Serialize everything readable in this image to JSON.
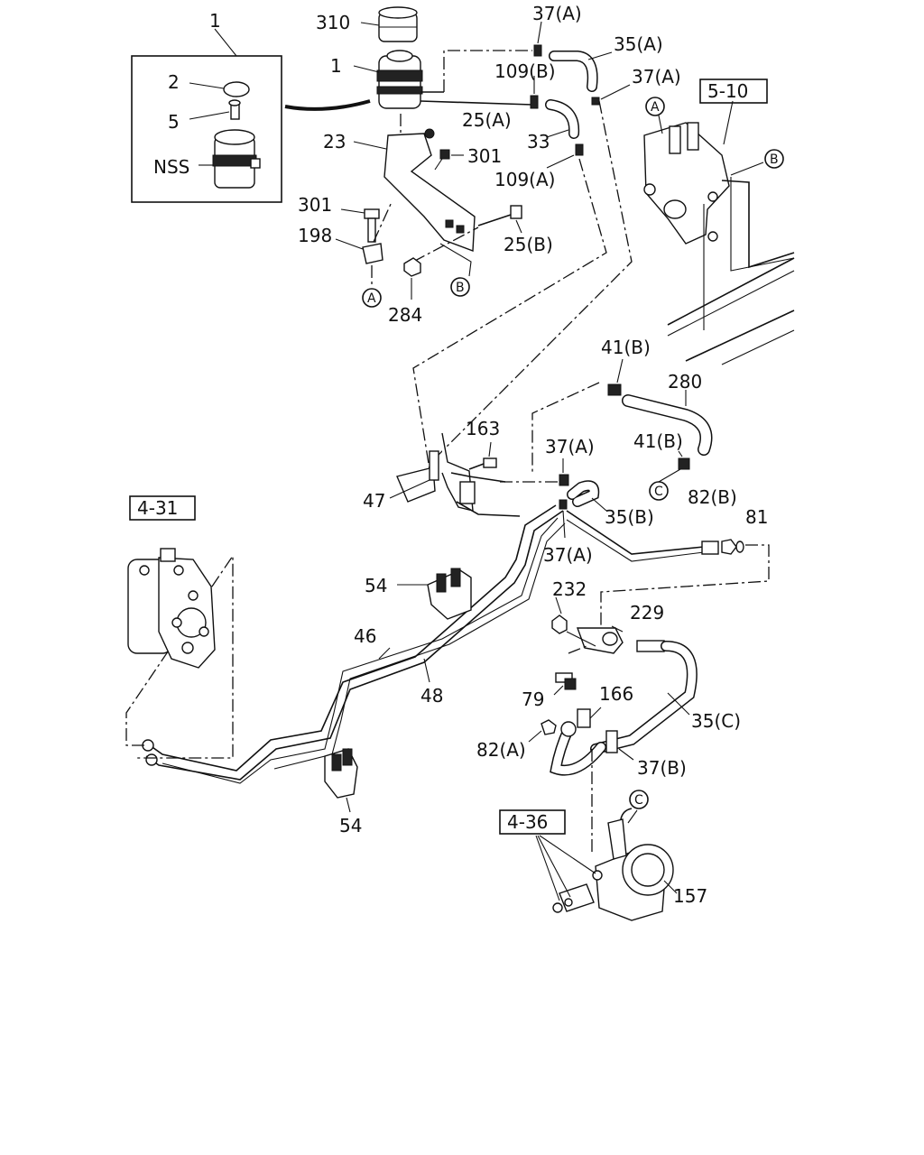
{
  "callouts": [
    {
      "id": "c1",
      "text": "1"
    },
    {
      "id": "c2",
      "text": "2"
    },
    {
      "id": "c5",
      "text": "5"
    },
    {
      "id": "cnss",
      "text": "NSS"
    },
    {
      "id": "c310",
      "text": "310"
    },
    {
      "id": "c1b",
      "text": "1"
    },
    {
      "id": "c37a1",
      "text": "37(A)"
    },
    {
      "id": "c35a",
      "text": "35(A)"
    },
    {
      "id": "c109b",
      "text": "109(B)"
    },
    {
      "id": "c37a2",
      "text": "37(A)"
    },
    {
      "id": "c25a",
      "text": "25(A)"
    },
    {
      "id": "c23",
      "text": "23"
    },
    {
      "id": "c33",
      "text": "33"
    },
    {
      "id": "c301a",
      "text": "301"
    },
    {
      "id": "c109a",
      "text": "109(A)"
    },
    {
      "id": "c301b",
      "text": "301"
    },
    {
      "id": "c198",
      "text": "198"
    },
    {
      "id": "c25b",
      "text": "25(B)"
    },
    {
      "id": "c284",
      "text": "284"
    },
    {
      "id": "c41b1",
      "text": "41(B)"
    },
    {
      "id": "c280",
      "text": "280"
    },
    {
      "id": "c163",
      "text": "163"
    },
    {
      "id": "c37a3",
      "text": "37(A)"
    },
    {
      "id": "c41b2",
      "text": "41(B)"
    },
    {
      "id": "c47",
      "text": "47"
    },
    {
      "id": "c35b",
      "text": "35(B)"
    },
    {
      "id": "c82b",
      "text": "82(B)"
    },
    {
      "id": "c81",
      "text": "81"
    },
    {
      "id": "c37a4",
      "text": "37(A)"
    },
    {
      "id": "c54a",
      "text": "54"
    },
    {
      "id": "c232",
      "text": "232"
    },
    {
      "id": "c229",
      "text": "229"
    },
    {
      "id": "c46",
      "text": "46"
    },
    {
      "id": "c48",
      "text": "48"
    },
    {
      "id": "c79",
      "text": "79"
    },
    {
      "id": "c166",
      "text": "166"
    },
    {
      "id": "c35c",
      "text": "35(C)"
    },
    {
      "id": "c82a",
      "text": "82(A)"
    },
    {
      "id": "c37b",
      "text": "37(B)"
    },
    {
      "id": "c54b",
      "text": "54"
    },
    {
      "id": "c157",
      "text": "157"
    }
  ],
  "references": [
    {
      "id": "r510",
      "text": "5-10"
    },
    {
      "id": "r431",
      "text": "4-31"
    },
    {
      "id": "r436",
      "text": "4-36"
    }
  ],
  "markers": [
    {
      "id": "mA1",
      "text": "A"
    },
    {
      "id": "mB1",
      "text": "B"
    },
    {
      "id": "mA2",
      "text": "A"
    },
    {
      "id": "mB2",
      "text": "B"
    },
    {
      "id": "mC1",
      "text": "C"
    },
    {
      "id": "mC2",
      "text": "C"
    }
  ]
}
